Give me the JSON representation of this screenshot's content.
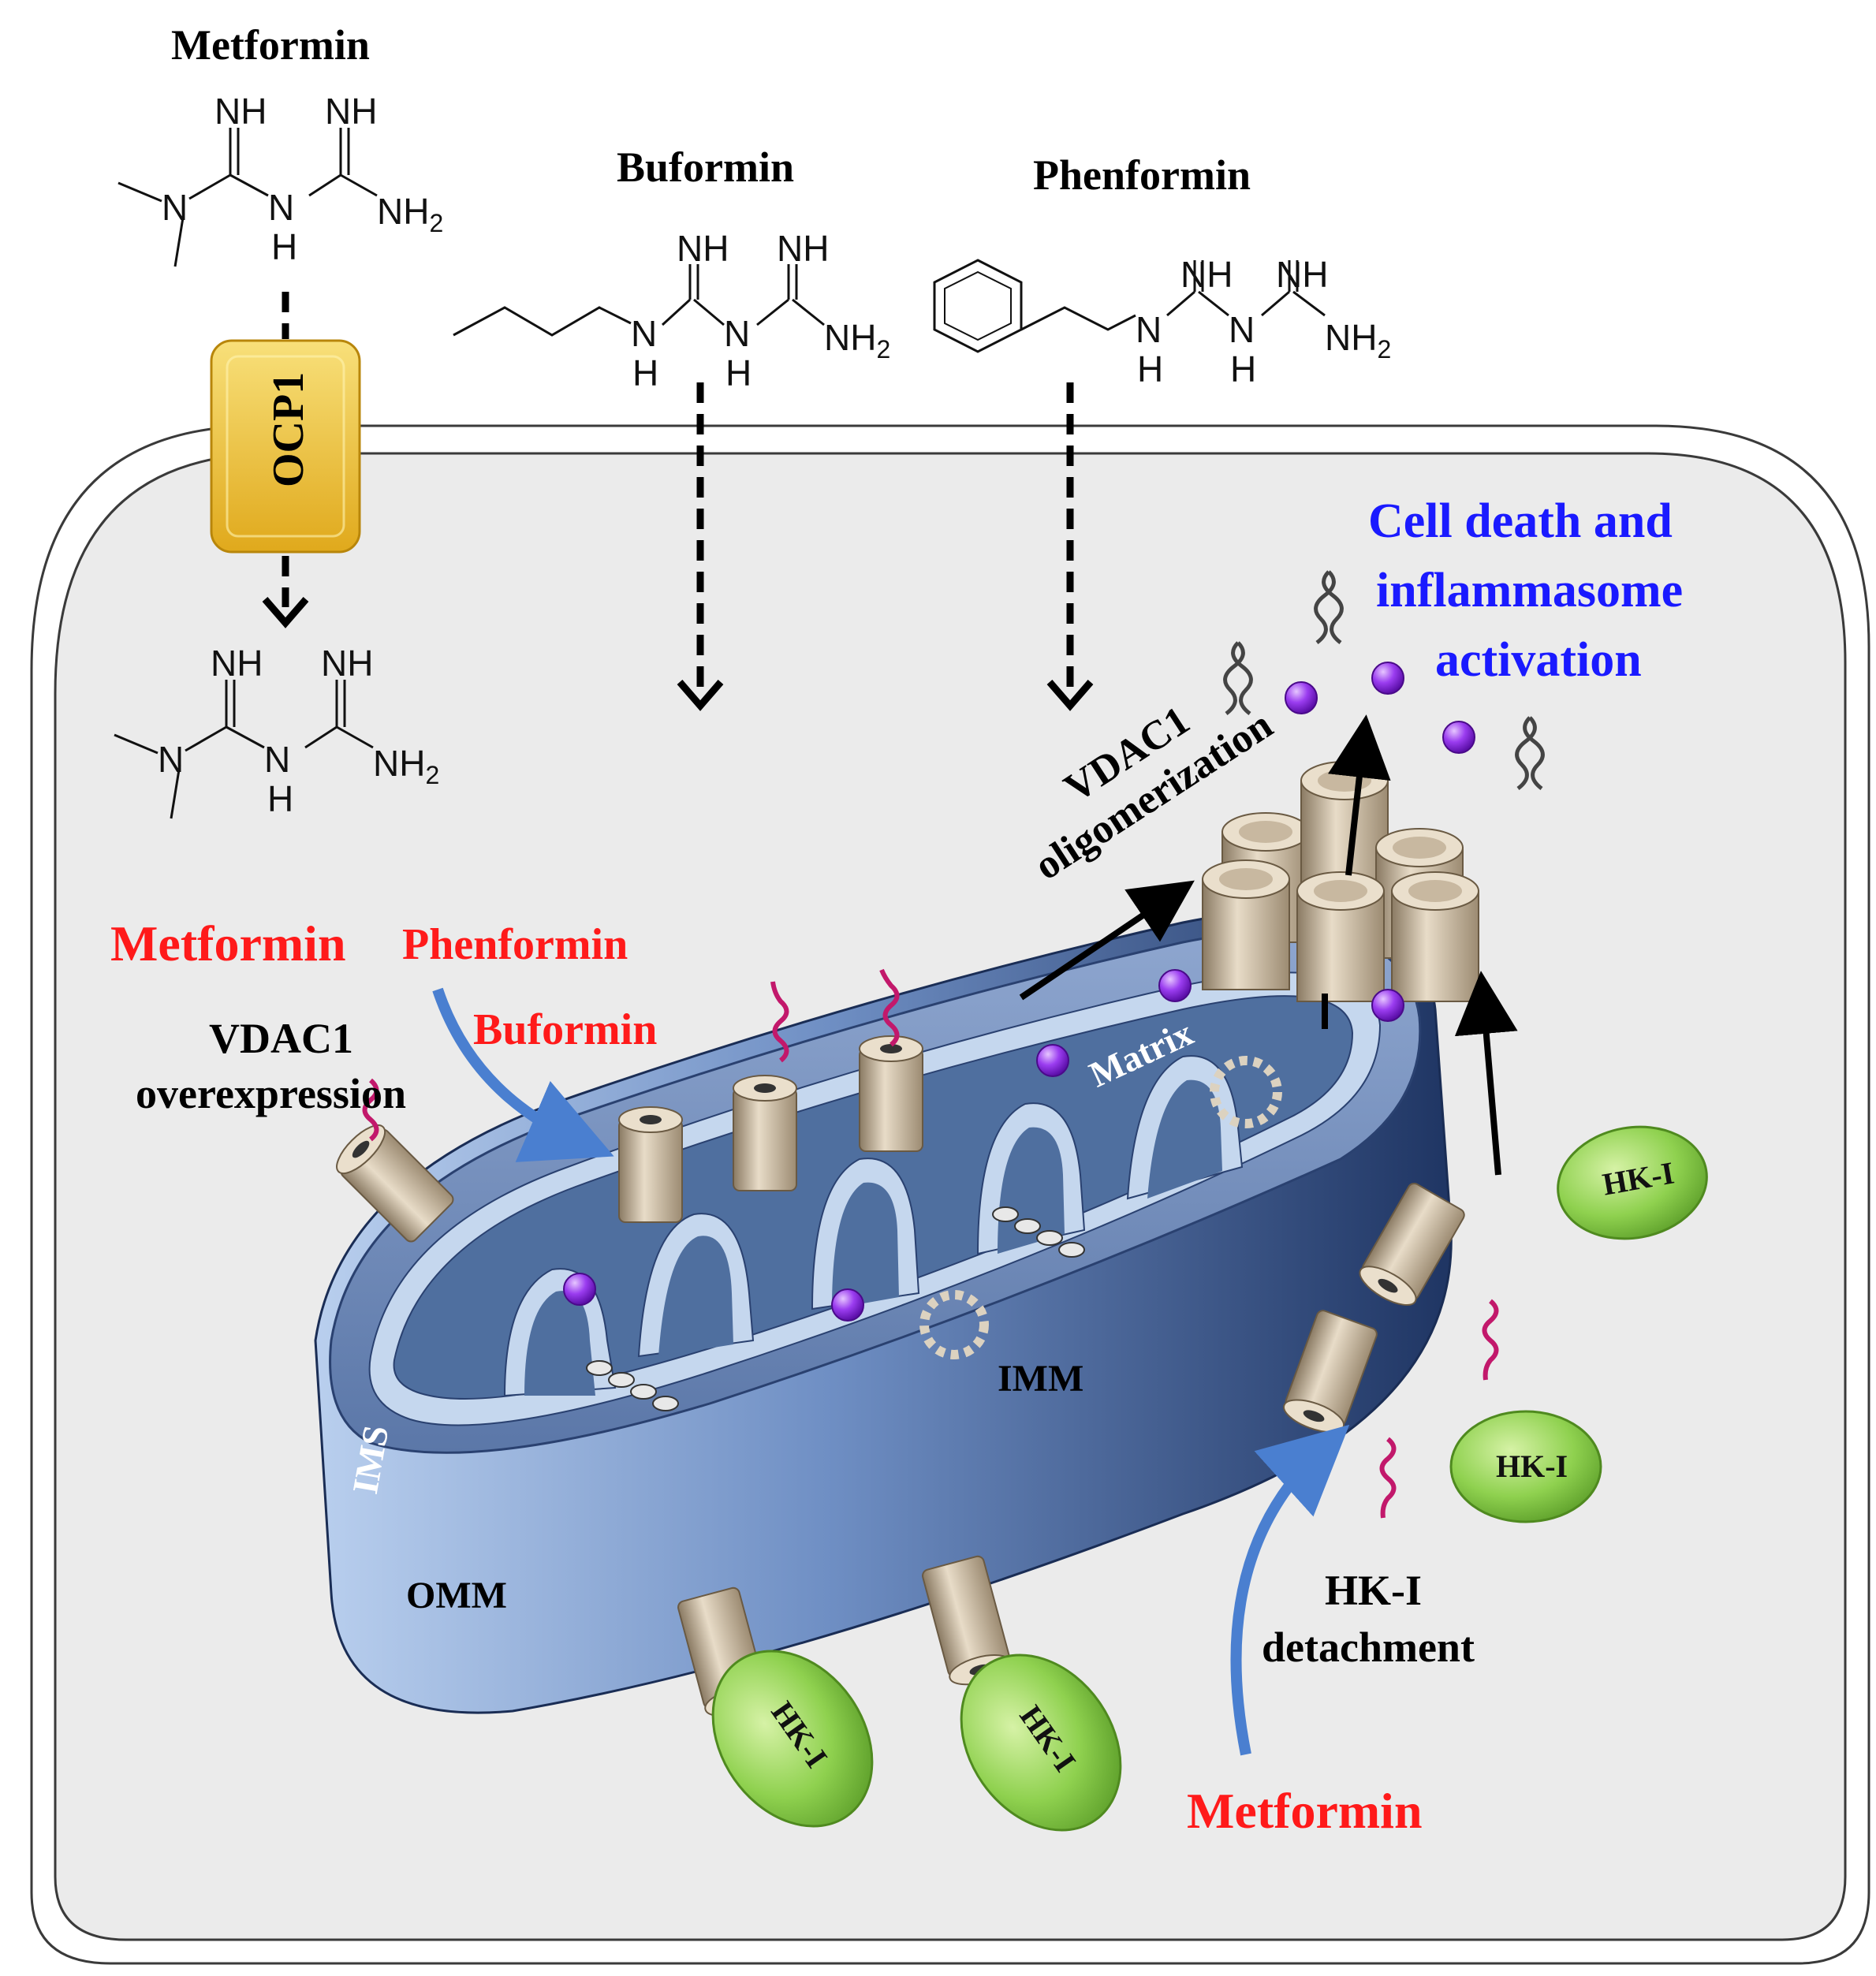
{
  "molecules": {
    "metformin_title": "Metformin",
    "buformin_title": "Buformin",
    "phenformin_title": "Phenformin",
    "atom_nh": "NH",
    "atom_n": "N",
    "atom_h": "H",
    "atom_nh2": "NH",
    "atom_sub2": "2"
  },
  "transporter": {
    "label": "OCP1"
  },
  "outcome": {
    "line1": "Cell death and",
    "line2": "inflammasome",
    "line3": "activation"
  },
  "left_annotation": {
    "metformin": "Metformin",
    "phenformin": "Phenformin",
    "buformin": "Buformin",
    "line1": "VDAC1",
    "line2": "overexpression"
  },
  "oligomerization": {
    "line1": "VDAC1",
    "line2": "oligomerization"
  },
  "mitochondrion": {
    "matrix": "Matrix",
    "imm": "IMM",
    "ims": "IMS",
    "omm": "OMM"
  },
  "hk": {
    "label": "HK-I",
    "detach_line1": "HK-I",
    "detach_line2": "detachment",
    "metformin": "Metformin"
  },
  "colors": {
    "cell_fill": "#ececec",
    "cell_stroke": "#3a3a3a",
    "drug_red": "#ff1a1a",
    "outcome_blue": "#1a1aff",
    "hk_green": "#8fd14f",
    "ocp_yellow": "#f2c230",
    "mito_outer": "#3a5a8c",
    "mito_matrix": "#4f6f9f",
    "mito_ims": "#c5d7ee",
    "vdac": "#c8b8a0",
    "ion_purple": "#8a2be2",
    "arrow_blue": "#4a7fd0"
  }
}
